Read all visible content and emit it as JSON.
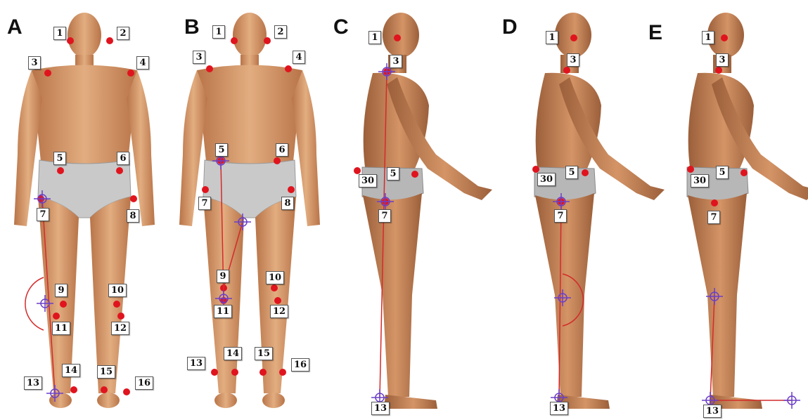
{
  "panels": [
    {
      "letter": "A",
      "labels": [
        "1",
        "2",
        "3",
        "4",
        "5",
        "6",
        "7",
        "8",
        "9",
        "10",
        "11",
        "12",
        "13",
        "14",
        "15",
        "16"
      ]
    },
    {
      "letter": "B",
      "labels": [
        "1",
        "2",
        "3",
        "4",
        "5",
        "6",
        "7",
        "8",
        "9",
        "10",
        "11",
        "12",
        "13",
        "14",
        "15",
        "16"
      ]
    },
    {
      "letter": "C",
      "labels": [
        "1",
        "3",
        "30",
        "5",
        "7",
        "13"
      ]
    },
    {
      "letter": "D",
      "labels": [
        "1",
        "3",
        "30",
        "5",
        "7",
        "13"
      ]
    },
    {
      "letter": "E",
      "labels": [
        "1",
        "3",
        "30",
        "5",
        "7",
        "13"
      ]
    }
  ],
  "colors": {
    "skin": "#d39a6c",
    "skin_shade": "#a9683f",
    "underwear": "#c9c9c9",
    "marker": "#e0141e",
    "target": "#6a3fc8",
    "line": "#d42a2a"
  }
}
